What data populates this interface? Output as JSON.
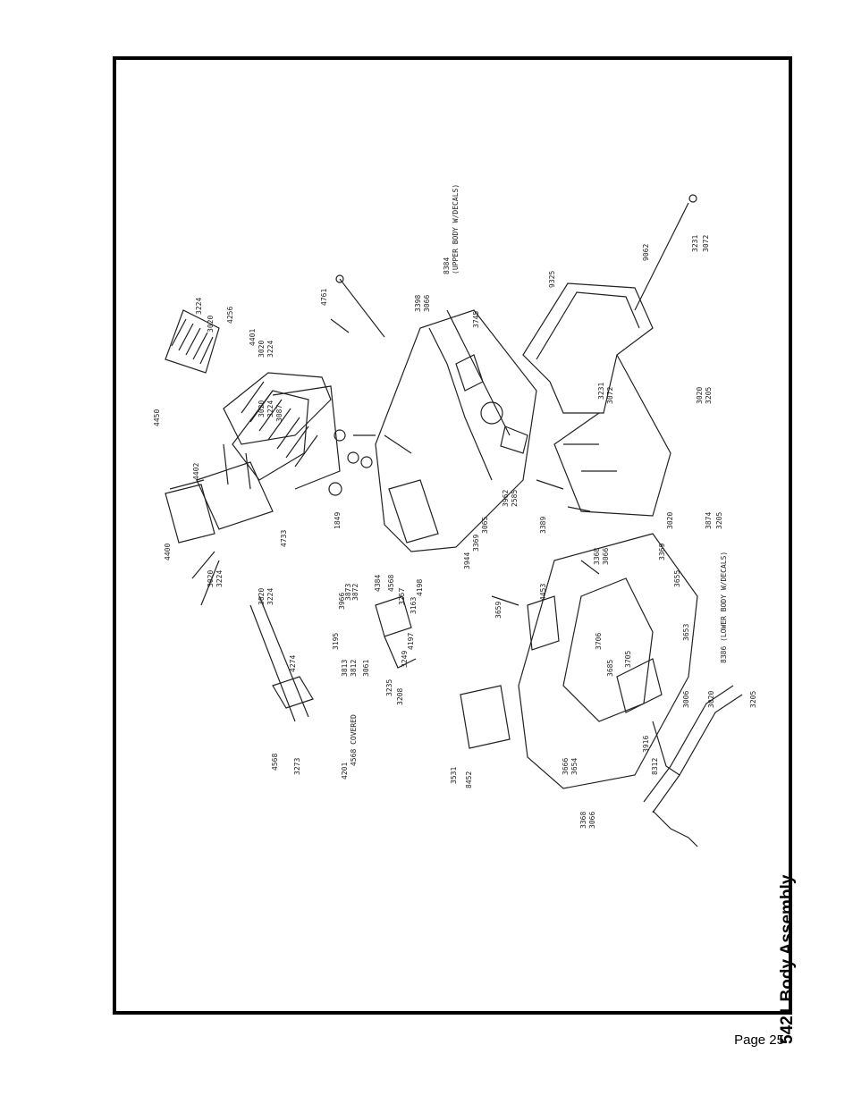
{
  "section_title": "5421 Body Assembly",
  "page_number": "Page 25",
  "diagram": {
    "part_labels": [
      "4400",
      "4402",
      "4450",
      "4256",
      "3224",
      "3020",
      "4401",
      "3020",
      "3224",
      "3020",
      "3224",
      "3087",
      "4761",
      "3398",
      "3066",
      "8384",
      "(UPPER BODY W/DECALS)",
      "3745",
      "9325",
      "9062",
      "3231",
      "3072",
      "3231",
      "3072",
      "3020",
      "3205",
      "3020",
      "3874",
      "3205",
      "4733",
      "1849",
      "3020",
      "3224",
      "3020",
      "3224",
      "3966",
      "3873",
      "3872",
      "4384",
      "4568",
      "3257",
      "3163",
      "4198",
      "4197",
      "3249",
      "3195",
      "3813",
      "3812",
      "3061",
      "3235",
      "3208",
      "4274",
      "4568",
      "3273",
      "4201",
      "4568 COVERED",
      "3944",
      "3369",
      "3065",
      "3962",
      "2585",
      "3389",
      "4453",
      "3659",
      "3368",
      "3066",
      "3706",
      "3705",
      "3685",
      "3655",
      "3653",
      "3369",
      "8386 (LOWER BODY W/DECALS)",
      "3531",
      "8452",
      "3666",
      "3654",
      "3916",
      "8312",
      "3006",
      "3020",
      "3205",
      "3368",
      "3066"
    ]
  }
}
